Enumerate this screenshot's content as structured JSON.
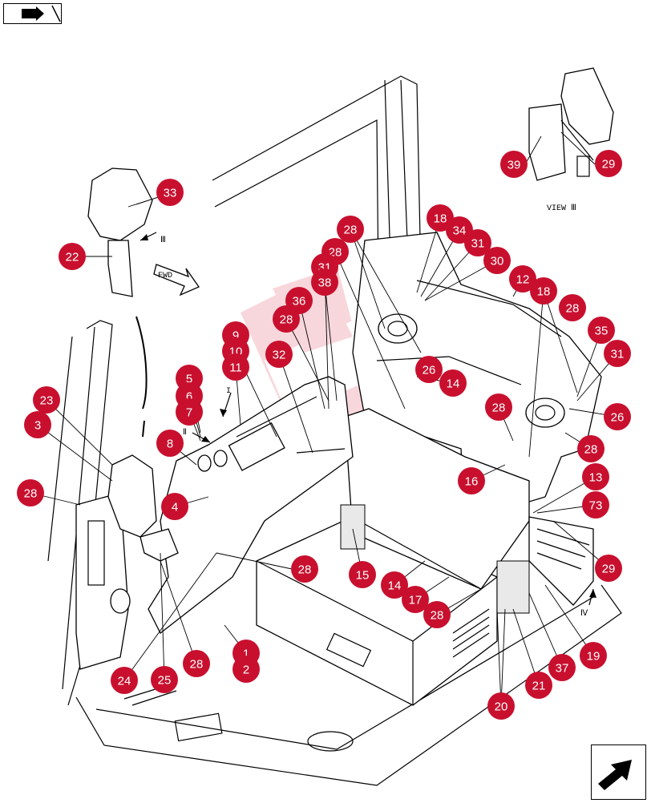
{
  "view_label": "VIEW Ⅲ",
  "arrow_labels": {
    "fwd": "FWD",
    "i": "I",
    "ii": "Ⅱ",
    "iii": "Ⅲ",
    "iv": "Ⅳ"
  },
  "callout_color": "#c8102e",
  "watermark_color": "#f4b8c0",
  "nav": {
    "prev_icon": "prev-page-icon",
    "next_icon": "next-page-icon"
  },
  "callouts": [
    {
      "id": "c1",
      "label": "1"
    },
    {
      "id": "c2",
      "label": "2"
    },
    {
      "id": "c3",
      "label": "3"
    },
    {
      "id": "c4",
      "label": "4"
    },
    {
      "id": "c5",
      "label": "5"
    },
    {
      "id": "c6",
      "label": "6"
    },
    {
      "id": "c7",
      "label": "7"
    },
    {
      "id": "c8",
      "label": "8"
    },
    {
      "id": "c9",
      "label": "9"
    },
    {
      "id": "c10",
      "label": "10"
    },
    {
      "id": "c11",
      "label": "11"
    },
    {
      "id": "c12",
      "label": "12"
    },
    {
      "id": "c13",
      "label": "13"
    },
    {
      "id": "c14a",
      "label": "14"
    },
    {
      "id": "c14b",
      "label": "14"
    },
    {
      "id": "c15",
      "label": "15"
    },
    {
      "id": "c16",
      "label": "16"
    },
    {
      "id": "c17",
      "label": "17"
    },
    {
      "id": "c18a",
      "label": "18"
    },
    {
      "id": "c18b",
      "label": "18"
    },
    {
      "id": "c19",
      "label": "19"
    },
    {
      "id": "c20",
      "label": "20"
    },
    {
      "id": "c21",
      "label": "21"
    },
    {
      "id": "c22",
      "label": "22"
    },
    {
      "id": "c23",
      "label": "23"
    },
    {
      "id": "c24",
      "label": "24"
    },
    {
      "id": "c25",
      "label": "25"
    },
    {
      "id": "c26a",
      "label": "26"
    },
    {
      "id": "c26b",
      "label": "26"
    },
    {
      "id": "c28a",
      "label": "28"
    },
    {
      "id": "c28b",
      "label": "28"
    },
    {
      "id": "c28c",
      "label": "28"
    },
    {
      "id": "c28d",
      "label": "28"
    },
    {
      "id": "c28e",
      "label": "28"
    },
    {
      "id": "c28f",
      "label": "28"
    },
    {
      "id": "c28g",
      "label": "28"
    },
    {
      "id": "c28h",
      "label": "28"
    },
    {
      "id": "c28i",
      "label": "28"
    },
    {
      "id": "c28j",
      "label": "28"
    },
    {
      "id": "c29a",
      "label": "29"
    },
    {
      "id": "c29b",
      "label": "29"
    },
    {
      "id": "c30",
      "label": "30"
    },
    {
      "id": "c31a",
      "label": "31"
    },
    {
      "id": "c31b",
      "label": "31"
    },
    {
      "id": "c31c",
      "label": "31"
    },
    {
      "id": "c32",
      "label": "32"
    },
    {
      "id": "c33",
      "label": "33"
    },
    {
      "id": "c34",
      "label": "34"
    },
    {
      "id": "c35",
      "label": "35"
    },
    {
      "id": "c36",
      "label": "36"
    },
    {
      "id": "c37",
      "label": "37"
    },
    {
      "id": "c38",
      "label": "38"
    },
    {
      "id": "c39",
      "label": "39"
    },
    {
      "id": "c73",
      "label": "73"
    }
  ]
}
